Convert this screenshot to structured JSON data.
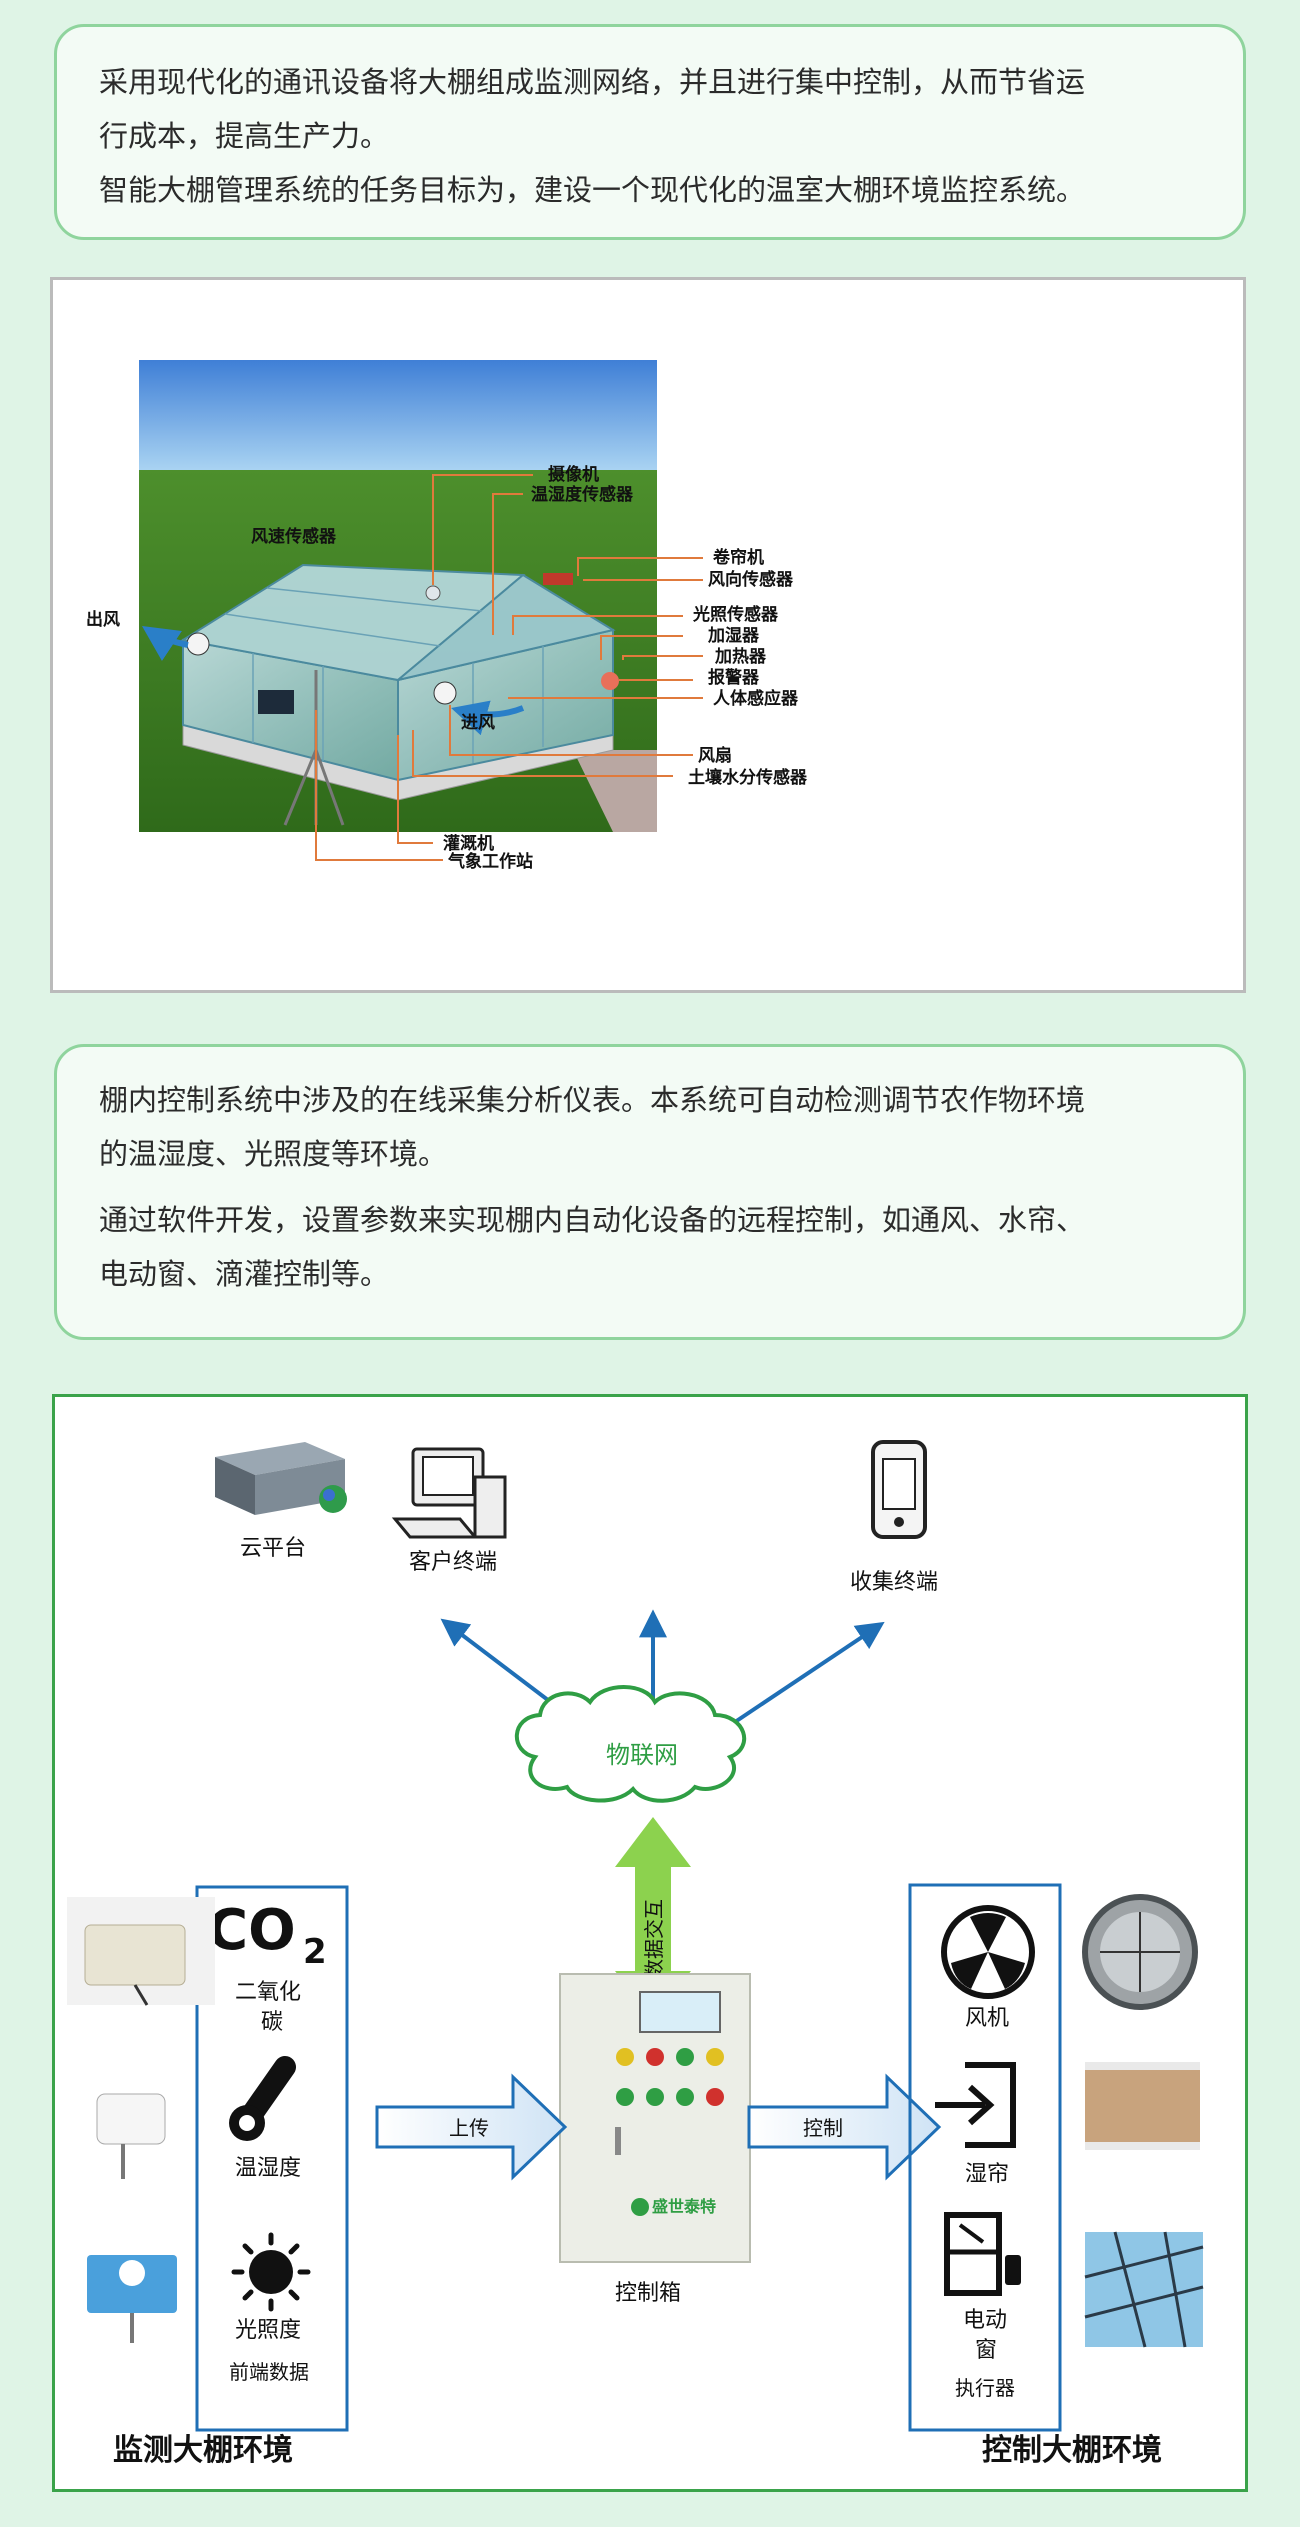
{
  "intro": {
    "line1": "采用现代化的通讯设备将大棚组成监测网络，并且进行集中控制，从而节省运",
    "line2": "行成本，提高生产力。",
    "line3": "智能大棚管理系统的任务目标为，建设一个现代化的温室大棚环境监控系统。"
  },
  "greenhouse": {
    "labels": {
      "camera": "摄像机",
      "temp_humidity_sensor": "温湿度传感器",
      "wind_speed_sensor": "风速传感器",
      "curtain_roller": "卷帘机",
      "wind_direction_sensor": "风向传感器",
      "outlet": "出风",
      "light_sensor": "光照传感器",
      "humidifier": "加湿器",
      "heater": "加热器",
      "alarm": "报警器",
      "human_sensor": "人体感应器",
      "inlet": "进风",
      "fan": "风扇",
      "soil_moisture_sensor": "土壤水分传感器",
      "irrigation": "灌溉机",
      "weather_station": "气象工作站"
    }
  },
  "control_text": {
    "para1_line1": "棚内控制系统中涉及的在线采集分析仪表。本系统可自动检测调节农作物环境",
    "para1_line2": "的温湿度、光照度等环境。",
    "para2_line1": "通过软件开发，设置参数来实现棚内自动化设备的远程控制，如通风、水帘、",
    "para2_line2": "电动窗、滴灌控制等。"
  },
  "system": {
    "cloud_platform": "云平台",
    "client_terminal": "客户终端",
    "collection_terminal": "收集终端",
    "iot": "物联网",
    "data_exchange": "数据交互",
    "control_box": "控制箱",
    "brand": "盛世泰特",
    "upload": "上传",
    "control": "控制",
    "co2_symbol": "CO",
    "co2_sub": "2",
    "co2_line1": "二氧化",
    "co2_line2": "碳",
    "temp_humidity": "温湿度",
    "illuminance": "光照度",
    "front_data": "前端数据",
    "fan_label": "风机",
    "wet_curtain": "湿帘",
    "electric_window_line1": "电动",
    "electric_window_line2": "窗",
    "actuator": "执行器",
    "monitor_title": "监测大棚环境",
    "control_title": "控制大棚环境"
  },
  "colors": {
    "background": "#dff4e6",
    "card_border": "#8fd49d",
    "frame_green": "#3aa34a",
    "arrow_blue": "#1f6fb6",
    "leader_orange": "#e07a3c"
  }
}
